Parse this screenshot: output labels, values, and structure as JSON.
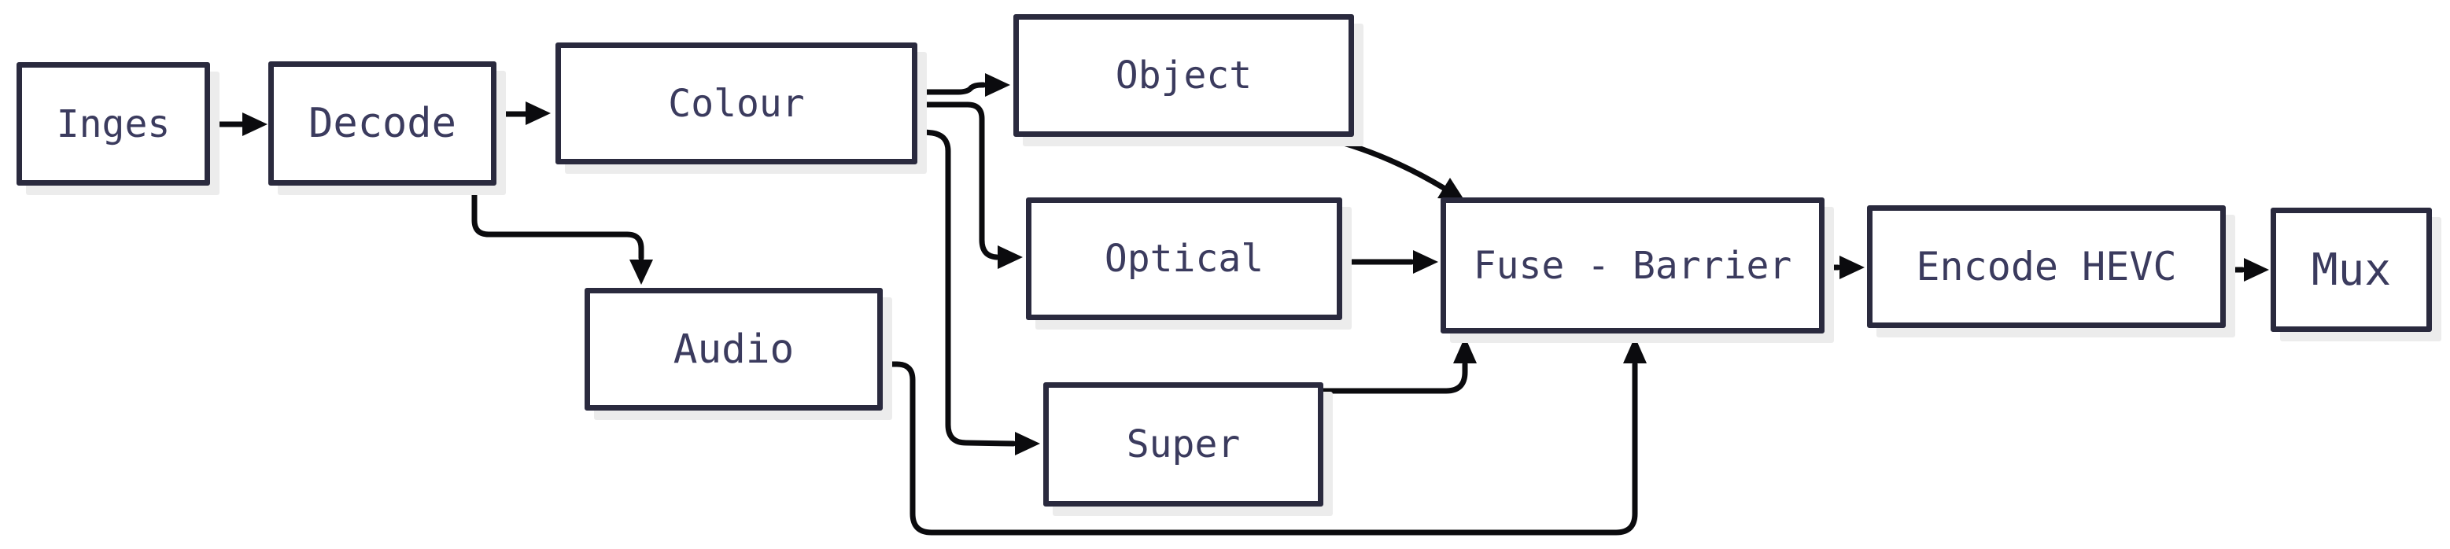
{
  "diagram": {
    "type": "flowchart",
    "nodes": {
      "ingest": {
        "label": "Inges"
      },
      "decode": {
        "label": "Decode"
      },
      "colour": {
        "label": "Colour"
      },
      "object": {
        "label": "Object"
      },
      "audio": {
        "label": "Audio"
      },
      "optical": {
        "label": "Optical"
      },
      "super": {
        "label": "Super"
      },
      "fuse_barrier": {
        "label": "Fuse - Barrier"
      },
      "encode_hevc": {
        "label": "Encode HEVC"
      },
      "mux": {
        "label": "Mux"
      }
    },
    "edges": [
      {
        "from": "Inges",
        "to": "Decode"
      },
      {
        "from": "Decode",
        "to": "Colour"
      },
      {
        "from": "Decode",
        "to": "Audio"
      },
      {
        "from": "Colour",
        "to": "Object"
      },
      {
        "from": "Colour",
        "to": "Optical"
      },
      {
        "from": "Colour",
        "to": "Super"
      },
      {
        "from": "Object",
        "to": "Fuse - Barrier"
      },
      {
        "from": "Optical",
        "to": "Fuse - Barrier"
      },
      {
        "from": "Super",
        "to": "Fuse - Barrier"
      },
      {
        "from": "Audio",
        "to": "Fuse - Barrier"
      },
      {
        "from": "Fuse - Barrier",
        "to": "Encode HEVC"
      },
      {
        "from": "Encode HEVC",
        "to": "Mux"
      }
    ],
    "colors": {
      "background": "#ffffff",
      "box_border": "#2a2a3e",
      "box_fill": "#ffffff",
      "text": "#3b3b5e",
      "arrow": "#0b0b0e",
      "shadow": "#ececec"
    }
  }
}
